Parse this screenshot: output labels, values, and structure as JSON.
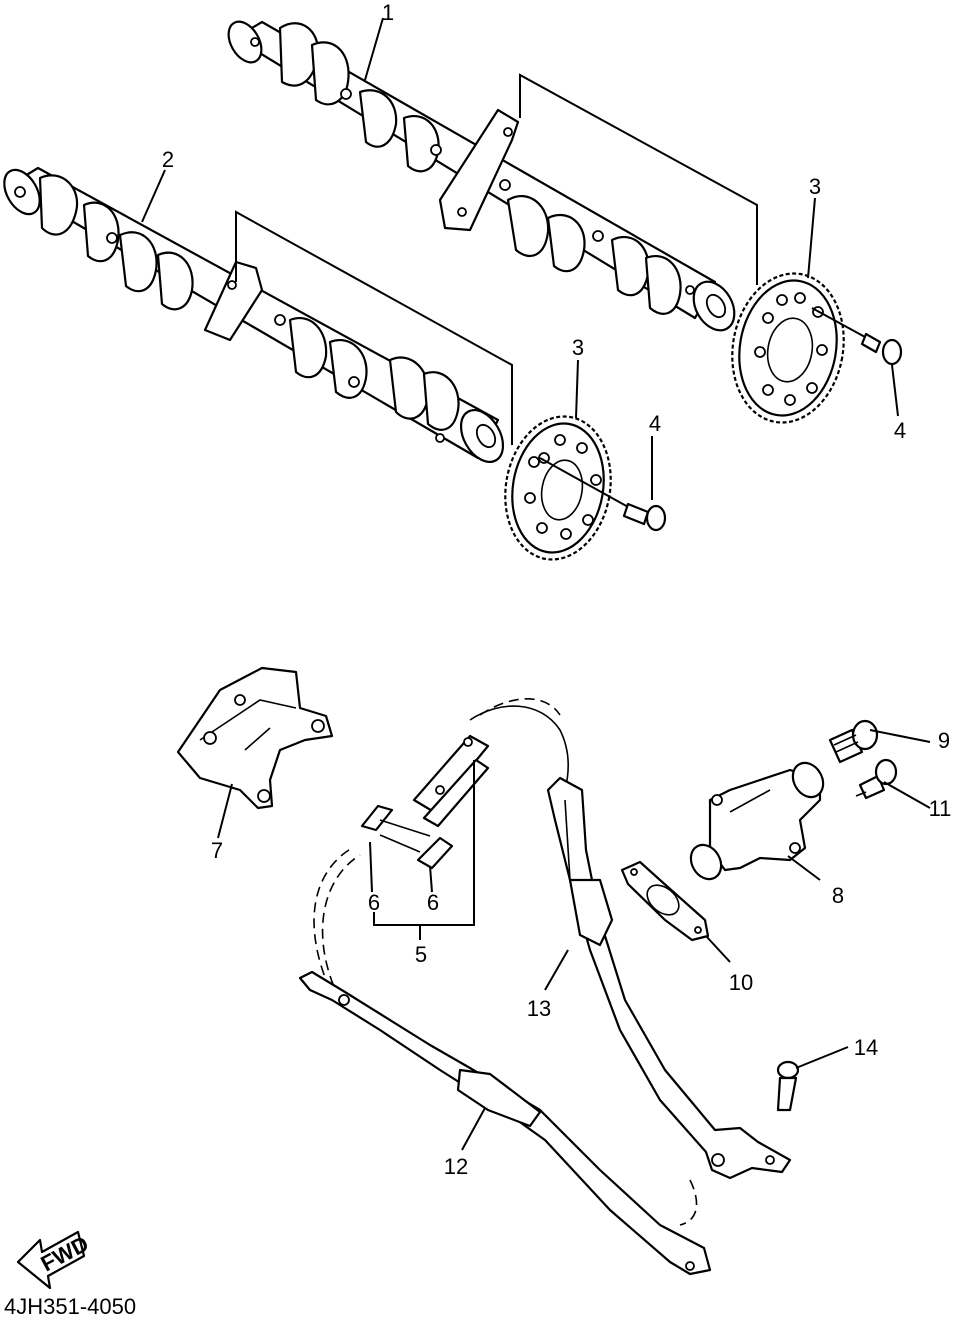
{
  "diagram": {
    "part_code": "4JH351-4050",
    "fwd_label": "FWD",
    "callouts": {
      "c1": "1",
      "c2": "2",
      "c3a": "3",
      "c3b": "3",
      "c4a": "4",
      "c4b": "4",
      "c5": "5",
      "c6a": "6",
      "c6b": "6",
      "c7": "7",
      "c8": "8",
      "c9": "9",
      "c10": "10",
      "c11": "11",
      "c12": "12",
      "c13": "13",
      "c14": "14"
    }
  }
}
